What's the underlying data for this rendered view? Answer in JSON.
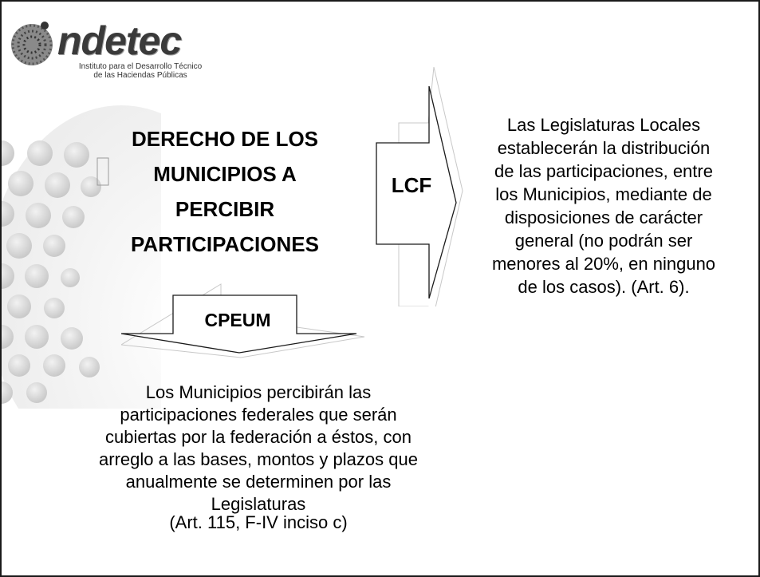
{
  "logo": {
    "name": "ndetec",
    "subtitle_line1": "Instituto para el Desarrollo Técnico",
    "subtitle_line2": "de las Haciendas Públicas"
  },
  "title_lines": [
    "DERECHO DE LOS",
    "MUNICIPIOS A",
    "PERCIBIR",
    "PARTICIPACIONES"
  ],
  "lcf": {
    "label": "LCF",
    "text_lines": [
      "Las Legislaturas Locales",
      "establecerán la distribución",
      "de las participaciones, entre",
      "los Municipios, mediante de",
      "disposiciones de carácter",
      "general (no podrán ser",
      "menores al 20%, en ninguno",
      "de los casos). (Art. 6)."
    ]
  },
  "cpeum": {
    "label": "CPEUM",
    "text_lines": [
      "Los Municipios percibirán  las",
      "participaciones  federales que serán",
      "cubiertas por la  federación a éstos, con",
      "arreglo a las bases, montos y plazos que",
      "anualmente se determinen por las",
      "Legislaturas"
    ],
    "reference": "(Art. 115, F-IV inciso c)"
  }
}
